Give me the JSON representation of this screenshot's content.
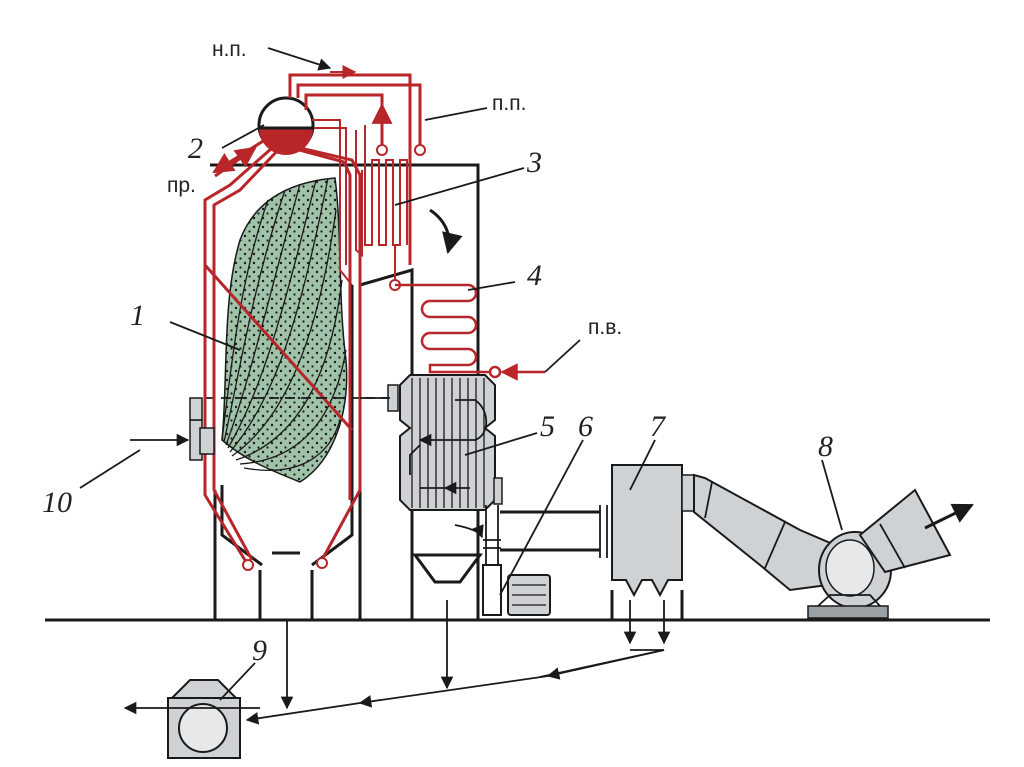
{
  "labels": {
    "n1": "1",
    "n2": "2",
    "n3": "3",
    "n4": "4",
    "n5": "5",
    "n6": "6",
    "n7": "7",
    "n8": "8",
    "n9": "9",
    "n10": "10",
    "np": "н.п.",
    "pp": "п.п.",
    "pv": "п.в.",
    "pr": "пр."
  },
  "colors": {
    "line": "#1a1a1a",
    "steam": "#b8262a",
    "flame": "#8fb79a",
    "equipment": "#cfd2d4"
  }
}
